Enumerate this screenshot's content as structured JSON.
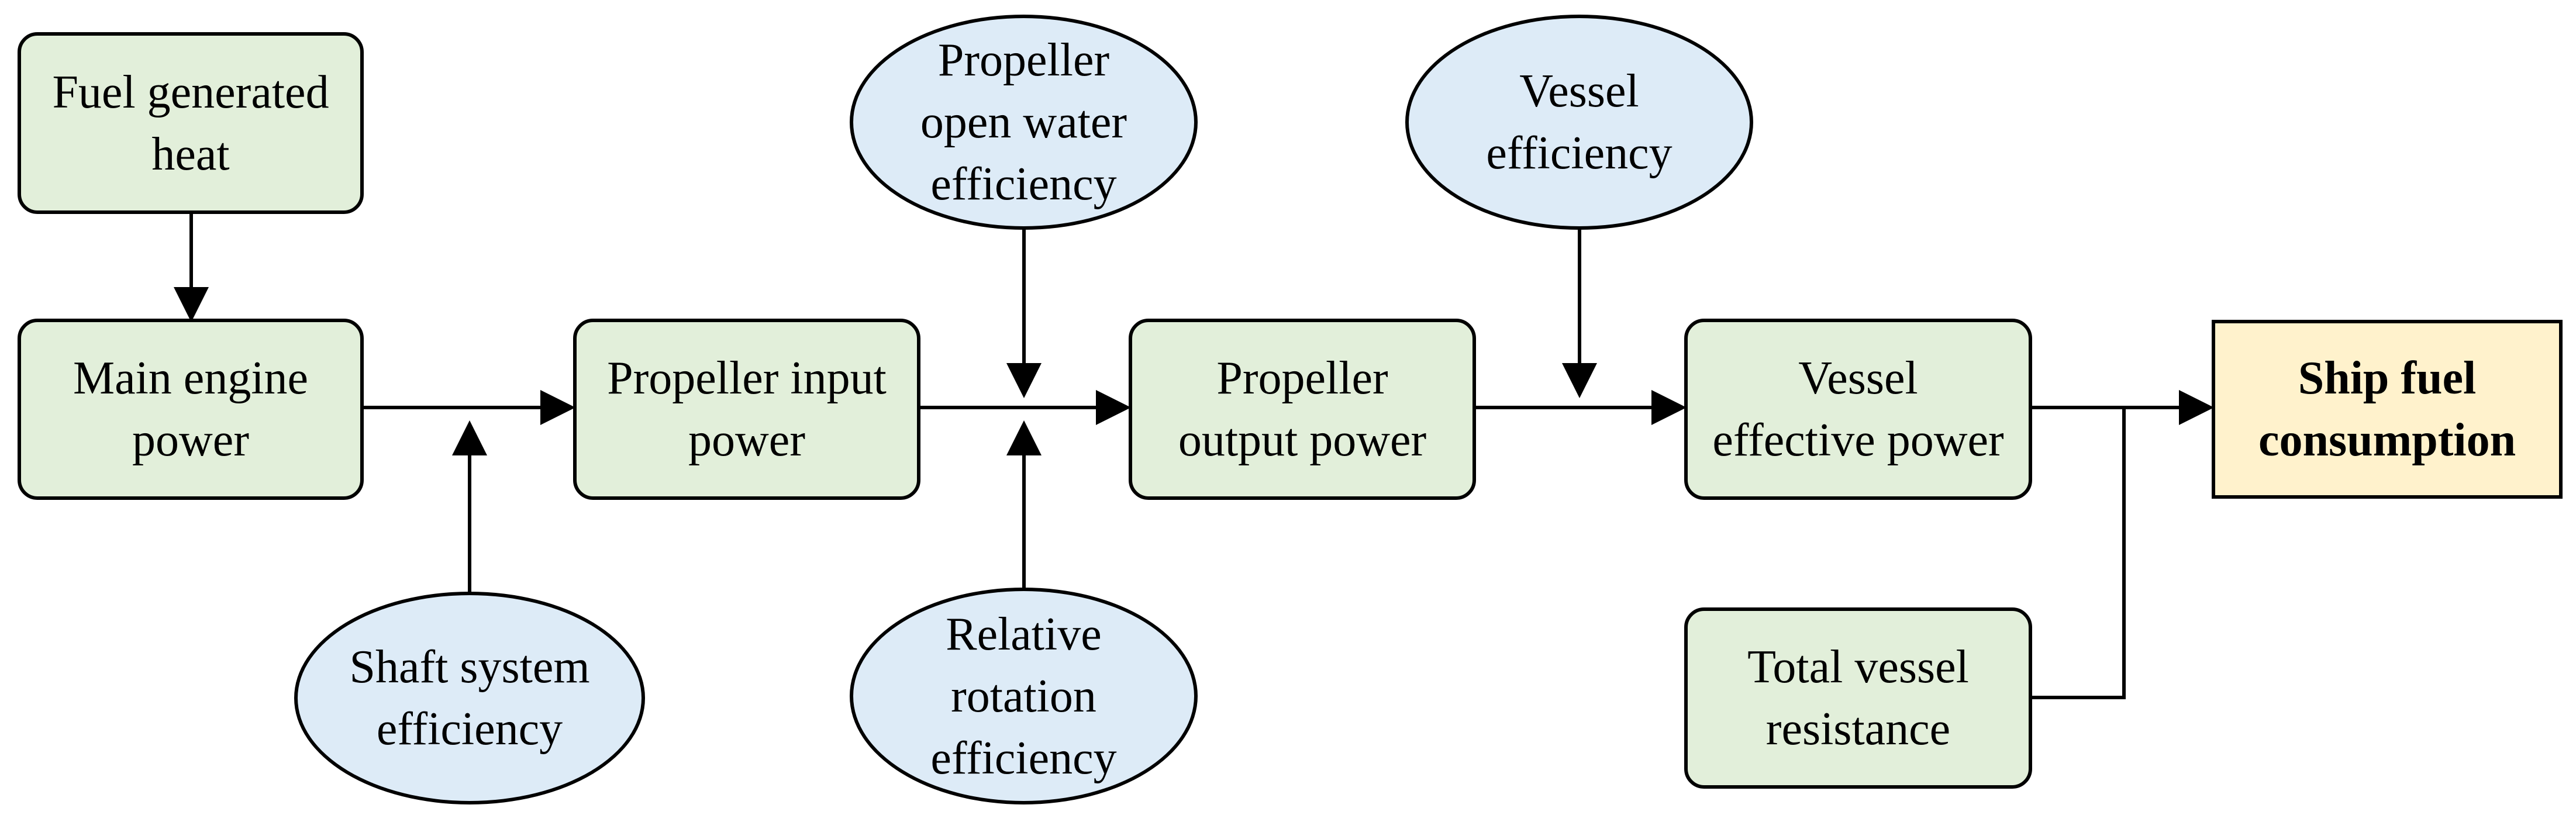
{
  "nodes": {
    "fuel_heat": "Fuel generated\nheat",
    "main_engine": "Main engine\npower",
    "propeller_input": "Propeller input\npower",
    "propeller_output": "Propeller\noutput power",
    "vessel_effective": "Vessel\neffective power",
    "ship_fuel": "Ship fuel\nconsumption",
    "total_resistance": "Total vessel\nresistance"
  },
  "factors": {
    "open_water": "Propeller\nopen water\nefficiency",
    "vessel_eff": "Vessel\nefficiency",
    "shaft": "Shaft system\nefficiency",
    "relative_rotation": "Relative\nrotation\nefficiency"
  },
  "colors": {
    "power_box": "#e2efda",
    "efficiency_ellipse": "#ddebf7",
    "output_box": "#fff2cc",
    "stroke": "#000000"
  }
}
